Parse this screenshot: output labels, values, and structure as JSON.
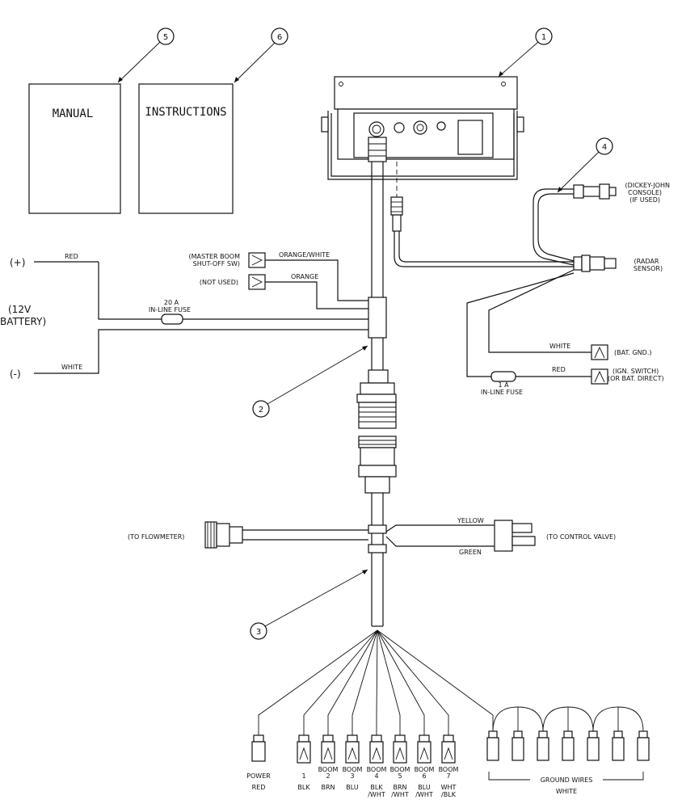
{
  "documents": {
    "manual": "MANUAL",
    "instructions": "INSTRUCTIONS"
  },
  "callouts": [
    "1",
    "2",
    "3",
    "4",
    "5",
    "6"
  ],
  "battery": {
    "plus": "(+)",
    "minus": "(-)",
    "line1": "(12V",
    "line2": "BATTERY)",
    "red_wire": "RED",
    "white_wire": "WHITE",
    "fuse_line1": "20 A",
    "fuse_line2": "IN-LINE FUSE"
  },
  "master_boom": {
    "line1": "(MASTER BOOM",
    "line2": "SHUT-OFF SW)",
    "wire": "ORANGE/WHITE"
  },
  "not_used": {
    "label": "(NOT USED)",
    "wire": "ORANGE"
  },
  "radar": {
    "dickey_line1": "(DICKEY-JOHN",
    "dickey_line2": "CONSOLE)",
    "dickey_line3": "(IF USED)",
    "sensor_line1": "(RADAR",
    "sensor_line2": "SENSOR)",
    "white_wire": "WHITE",
    "bat_gnd": "(BAT. GND.)",
    "red_wire": "RED",
    "ign_line1": "(IGN. SWITCH)",
    "ign_line2": "(OR BAT. DIRECT)",
    "fuse_line1": "1 A",
    "fuse_line2": "IN-LINE FUSE"
  },
  "flowmeter": "(TO FLOWMETER)",
  "control_valve": {
    "label": "(TO CONTROL VALVE)",
    "yellow": "YELLOW",
    "green": "GREEN"
  },
  "terminals": [
    {
      "top": "",
      "bottom": "POWER",
      "color": "RED"
    },
    {
      "top": "",
      "bottom": "1",
      "color": "BLK"
    },
    {
      "top": "BOOM",
      "bottom": "2",
      "color": "BRN"
    },
    {
      "top": "BOOM",
      "bottom": "3",
      "color": "BLU"
    },
    {
      "top": "BOOM",
      "bottom": "4",
      "color": "BLK",
      "color2": "/WHT"
    },
    {
      "top": "BOOM",
      "bottom": "5",
      "color": "BRN",
      "color2": "/WHT"
    },
    {
      "top": "BOOM",
      "bottom": "6",
      "color": "BLU",
      "color2": "/WHT"
    },
    {
      "top": "BOOM",
      "bottom": "7",
      "color": "WHT",
      "color2": "/BLK"
    }
  ],
  "ground": {
    "label": "GROUND WIRES",
    "color": "WHITE"
  }
}
